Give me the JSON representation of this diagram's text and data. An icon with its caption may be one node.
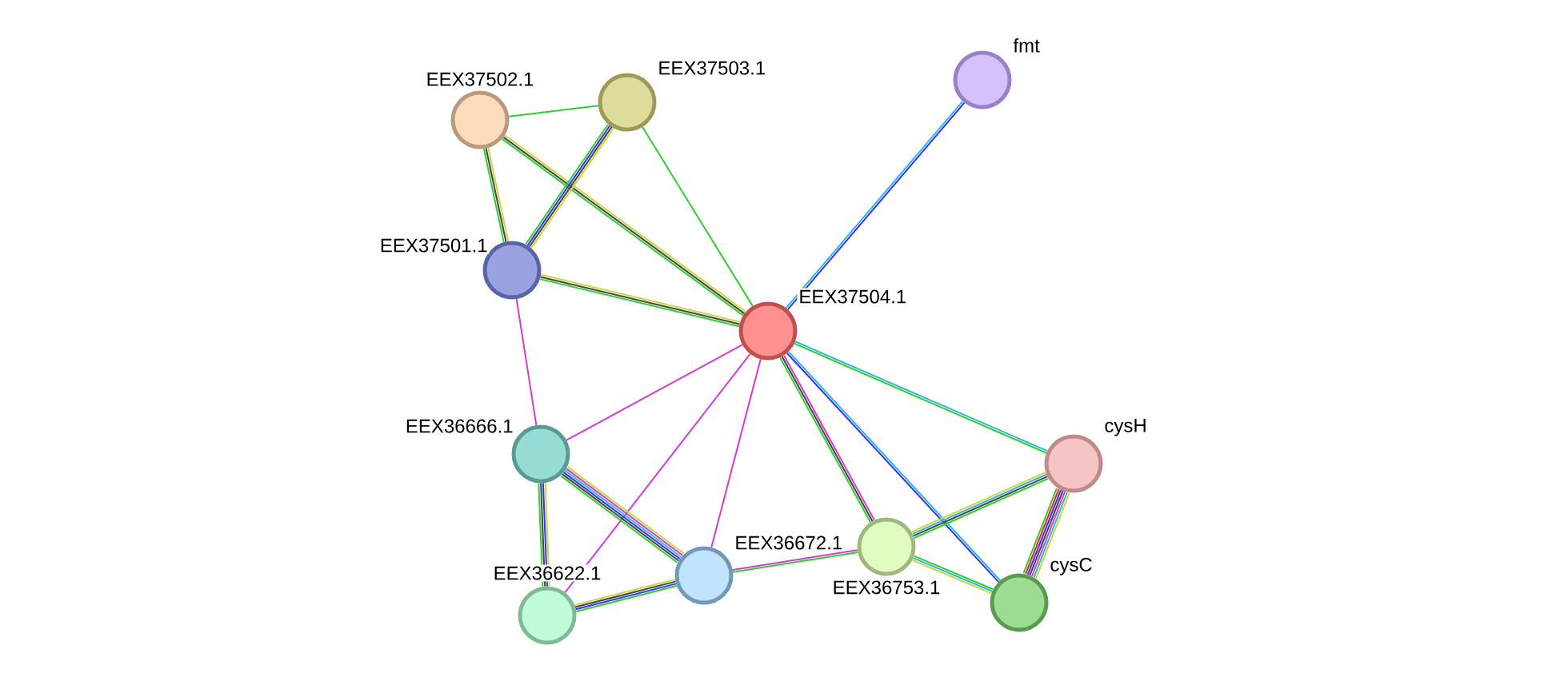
{
  "diagram": {
    "nodes": [
      {
        "text": [
          "EEX37504.1"
        ]
      },
      {
        "text": [
          "fmt"
        ]
      },
      {
        "text": [
          "EEX37502.1"
        ]
      },
      {
        "text": [
          "EEX37503.1"
        ]
      },
      {
        "text": [
          "EEX37501.1"
        ]
      },
      {
        "text": [
          "EEX36666.1"
        ]
      },
      {
        "text": [
          "cysH"
        ]
      },
      {
        "text": [
          "EEX36753.1"
        ]
      },
      {
        "text": [
          "EEX36672.1"
        ]
      },
      {
        "text": [
          "EEX36622.1"
        ]
      },
      {
        "text": [
          "cysC"
        ]
      }
    ],
    "edges": [
      {
        "from": 0,
        "to": 1,
        "arrow": "none",
        "color": "#33b5e0"
      },
      {
        "from": 2,
        "to": 3,
        "arrow": "none",
        "color": "#33cc33"
      },
      {
        "from": 2,
        "to": 4,
        "arrow": "none"
      },
      {
        "from": 2,
        "to": 0,
        "arrow": "none",
        "color": "#444444"
      },
      {
        "from": 3,
        "to": 4,
        "arrow": "none",
        "color": "#c8d83a"
      },
      {
        "from": 3,
        "to": 0,
        "arrow": "none",
        "color": "#33cc33"
      },
      {
        "from": 4,
        "to": 0,
        "arrow": "none",
        "color": "#444444"
      },
      {
        "from": 4,
        "to": 5,
        "arrow": "none",
        "color": "#d43ad4"
      },
      {
        "from": 5,
        "to": 0,
        "arrow": "none",
        "color": "#d43ad4"
      },
      {
        "from": 9,
        "to": 0,
        "arrow": "none",
        "color": "#d43ad4"
      },
      {
        "from": 8,
        "to": 0,
        "arrow": "none",
        "color": "#d43ad4"
      },
      {
        "from": 0,
        "to": 7,
        "arrow": "none",
        "color": "#d43ad4"
      },
      {
        "from": 0,
        "to": 10,
        "arrow": "none",
        "color": "#33b5e0"
      },
      {
        "from": 0,
        "to": 6,
        "arrow": "none",
        "color": "#33b5e0"
      },
      {
        "from": 5,
        "to": 8,
        "arrow": "none",
        "color": "#444444"
      },
      {
        "from": 5,
        "to": 9,
        "arrow": "none",
        "color": "#c8d83a"
      },
      {
        "from": 9,
        "to": 8,
        "arrow": "none",
        "color": "#c8d83a"
      },
      {
        "from": 8,
        "to": 7,
        "arrow": "none"
      },
      {
        "from": 7,
        "to": 6,
        "arrow": "none"
      },
      {
        "from": 7,
        "to": 10,
        "arrow": "none"
      },
      {
        "from": 6,
        "to": 10,
        "arrow": "none",
        "color": "#3333ee"
      }
    ]
  }
}
